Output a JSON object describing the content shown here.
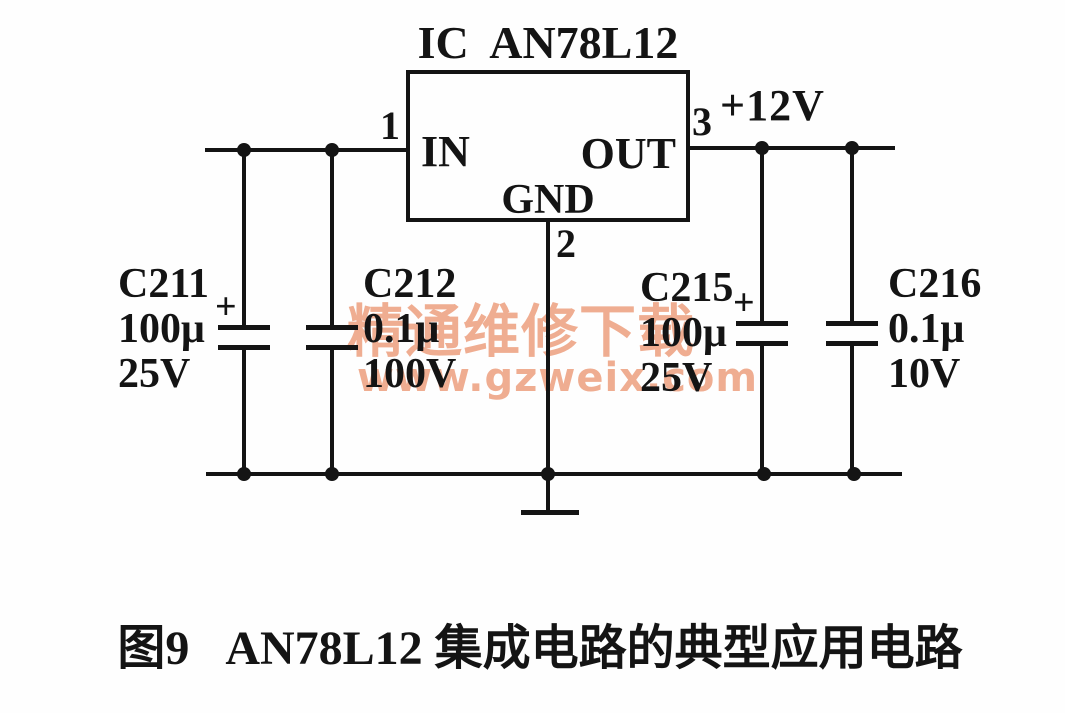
{
  "ic": {
    "title": "IC  AN78L12",
    "pins": {
      "in": {
        "number": "1",
        "label": "IN"
      },
      "out": {
        "number": "3",
        "label": "OUT"
      },
      "gnd": {
        "number": "2",
        "label": "GND"
      }
    }
  },
  "output_label": "+12V",
  "capacitors": {
    "c211": {
      "name": "C211",
      "capacitance": "100μ",
      "voltage": "25V",
      "polarity": "+"
    },
    "c212": {
      "name": "C212",
      "capacitance": "0.1μ",
      "voltage": "100V"
    },
    "c215": {
      "name": "C215",
      "capacitance": "100μ",
      "voltage": "25V",
      "polarity": "+"
    },
    "c216": {
      "name": "C216",
      "capacitance": "0.1μ",
      "voltage": "10V"
    }
  },
  "watermark": {
    "line1": "精通维修下载",
    "line2": "www.gzweix.com",
    "color": "#ed9f7e"
  },
  "caption": "图9   AN78L12 集成电路的典型应用电路",
  "colors": {
    "ink": "#141414",
    "background": "#fefefe"
  }
}
